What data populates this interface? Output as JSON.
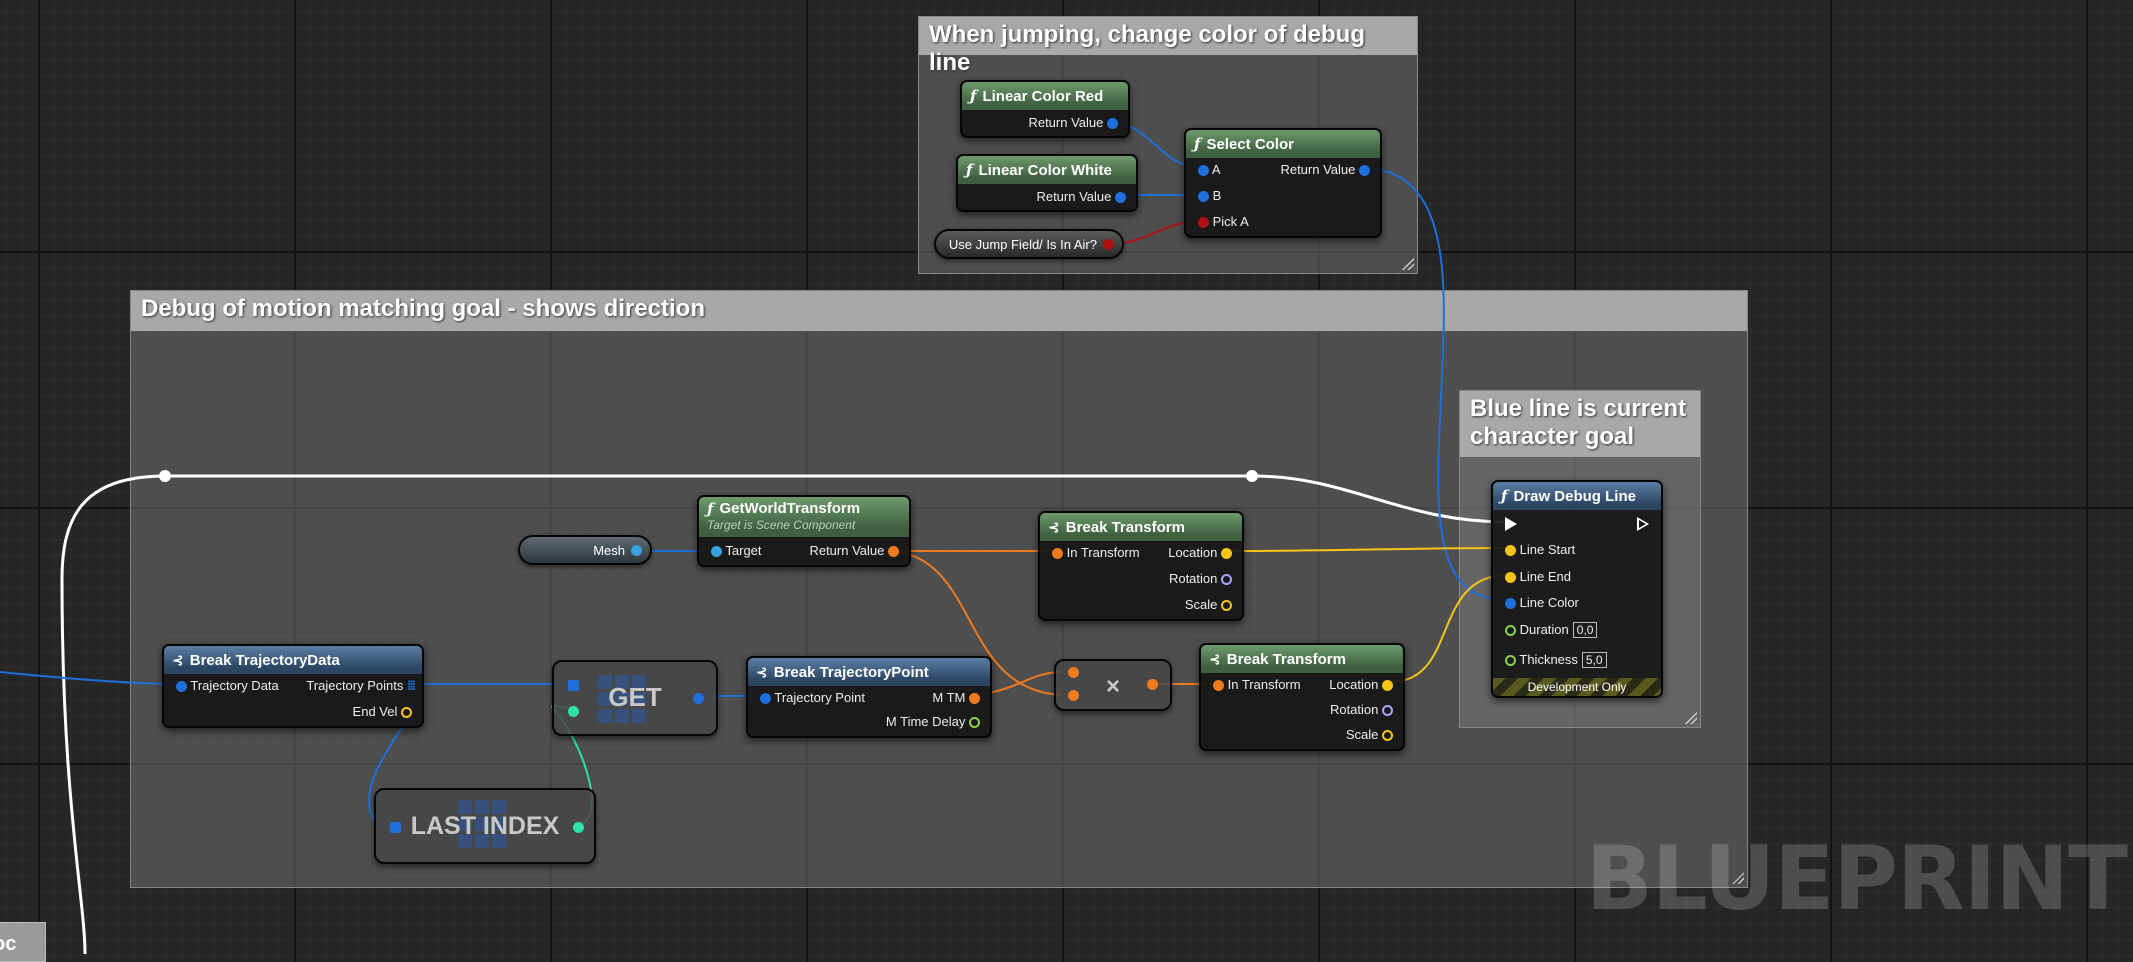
{
  "comments": {
    "jump": "When jumping, change color of debug line",
    "motion": "Debug of motion matching goal - shows direction",
    "blue": "Blue line is current character goal",
    "doc_fragment": "oc"
  },
  "nodes": {
    "linear_red": {
      "title": "Linear Color Red",
      "return": "Return Value"
    },
    "linear_white": {
      "title": "Linear Color White",
      "return": "Return Value"
    },
    "select_color": {
      "title": "Select Color",
      "a": "A",
      "b": "B",
      "pick_a": "Pick A",
      "return": "Return Value"
    },
    "jump_var": {
      "label": "Use Jump Field/ Is In Air?"
    },
    "mesh_var": {
      "label": "Mesh"
    },
    "get_world_transform": {
      "title": "GetWorldTransform",
      "subtitle": "Target is Scene Component",
      "target": "Target",
      "return": "Return Value"
    },
    "break_transform_1": {
      "title": "Break Transform",
      "in": "In Transform",
      "location": "Location",
      "rotation": "Rotation",
      "scale": "Scale"
    },
    "break_transform_2": {
      "title": "Break Transform",
      "in": "In Transform",
      "location": "Location",
      "rotation": "Rotation",
      "scale": "Scale"
    },
    "draw_debug_line": {
      "title": "Draw Debug Line",
      "line_start": "Line Start",
      "line_end": "Line End",
      "line_color": "Line Color",
      "duration": "Duration",
      "duration_value": "0,0",
      "thickness": "Thickness",
      "thickness_value": "5,0",
      "dev_only": "Development Only"
    },
    "break_trajectory_data": {
      "title": "Break TrajectoryData",
      "traj_data": "Trajectory Data",
      "traj_points": "Trajectory Points",
      "end_vel": "End Vel"
    },
    "get_node": {
      "label": "GET"
    },
    "last_index": {
      "label": "LAST INDEX"
    },
    "break_trajectory_point": {
      "title": "Break TrajectoryPoint",
      "traj_point": "Trajectory Point",
      "mtm": "M TM",
      "mtime": "M Time Delay"
    },
    "multiply": {
      "label": "×"
    }
  },
  "watermark": "BLUEPRINT",
  "colors": {
    "struct_blue": "#1f6fdc",
    "transform_orange": "#f07a1e",
    "vector_yellow": "#f5c518",
    "rotator_violet": "#a3a8ff",
    "float_green": "#8ad14a",
    "bool_red": "#b01010",
    "int_teal": "#2fe0a8",
    "exec_white": "#ffffff"
  }
}
